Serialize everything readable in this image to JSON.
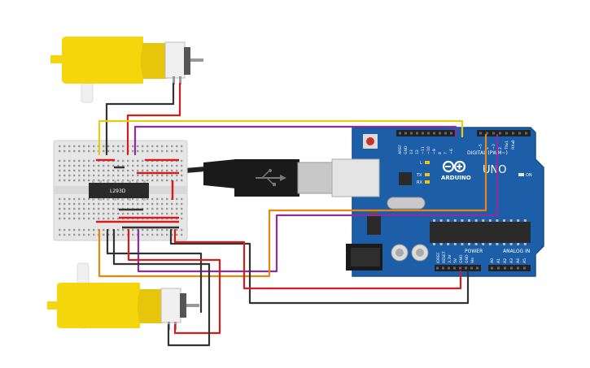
{
  "driver_chip": {
    "label": "L293D"
  },
  "arduino": {
    "logo": "ARDUINO",
    "model": "UNO",
    "on_label": "ON",
    "led_l": "L",
    "led_tx": "TX",
    "led_rx": "RX",
    "header_top_label": "DIGITAL (PWM~)",
    "top_pins": [
      "AREF",
      "GND",
      "13",
      "12",
      "~11",
      "~10",
      "~9",
      "8",
      "7",
      "~6",
      "~5",
      "4",
      "~3",
      "2",
      "TX▸1",
      "RX◂0"
    ],
    "power_label": "POWER",
    "power_pins": [
      "IOREF",
      "RESET",
      "3.3V",
      "5V",
      "GND",
      "GND",
      "Vin"
    ],
    "analog_label": "ANALOG IN",
    "analog_pins": [
      "A0",
      "A1",
      "A2",
      "A3",
      "A4",
      "A5"
    ]
  },
  "colors": {
    "motor_body": "#f5d50c",
    "board": "#1c5ea8",
    "breadboard": "#e6e6e6",
    "chip": "#222222",
    "wire_yellow": "#e9cc12",
    "wire_purple": "#8e2ca2",
    "wire_orange": "#e8870f",
    "wire_black": "#333333",
    "wire_red": "#d31e1e"
  }
}
